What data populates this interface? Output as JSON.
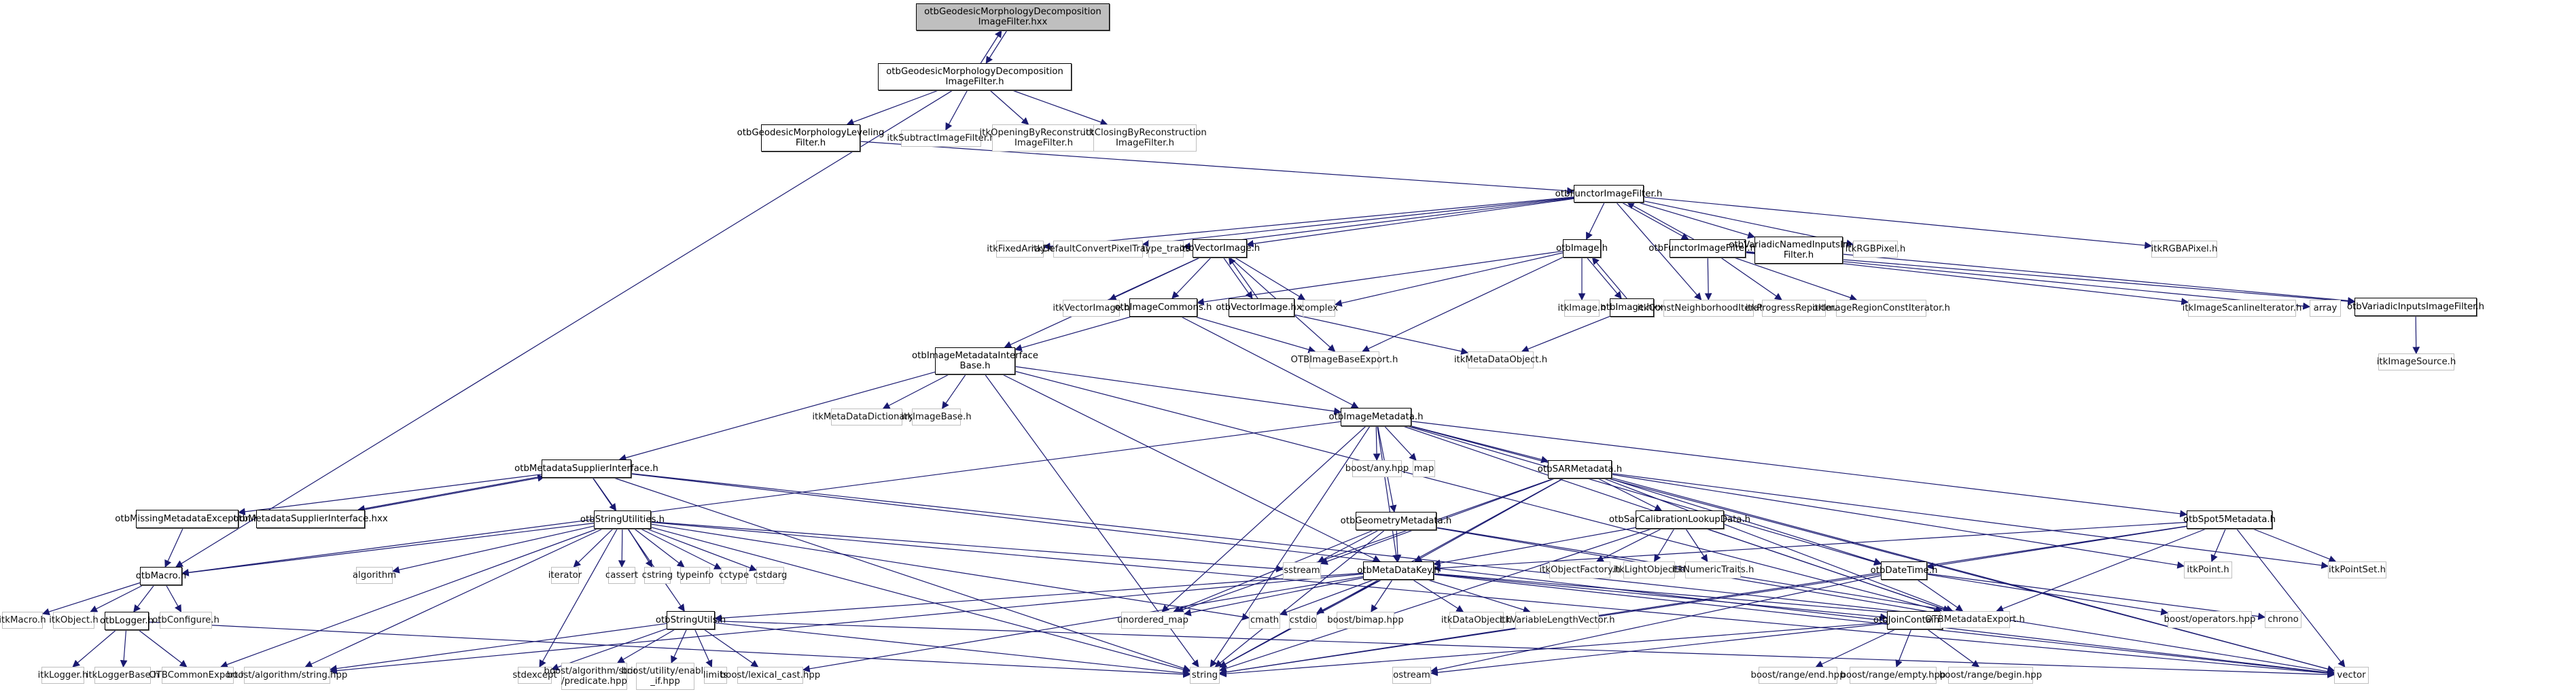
{
  "graph": {
    "title": "otbGeodesicMorphologyDecompositionImageFilter.hxx include dependency graph",
    "colors": {
      "edge": "#191970",
      "root_fill": "#bfbfbf",
      "project_border": "#000000",
      "external_border": "#bfbfbf"
    },
    "nodes": [
      {
        "id": "root",
        "label": "otbGeodesicMorphologyDecomposition\nImageFilter.hxx",
        "kind": "root"
      },
      {
        "id": "gmd_h",
        "label": "otbGeodesicMorphologyDecomposition\nImageFilter.h",
        "kind": "proj"
      },
      {
        "id": "gml_h",
        "label": "otbGeodesicMorphologyLeveling\nFilter.h",
        "kind": "proj"
      },
      {
        "id": "itkSubtract",
        "label": "itkSubtractImageFilter.h",
        "kind": "ext"
      },
      {
        "id": "itkOpening",
        "label": "itkOpeningByReconstruction\nImageFilter.h",
        "kind": "ext"
      },
      {
        "id": "itkClosing",
        "label": "itkClosingByReconstruction\nImageFilter.h",
        "kind": "ext"
      },
      {
        "id": "functor_h",
        "label": "otbFunctorImageFilter.h",
        "kind": "proj"
      },
      {
        "id": "itkFixedArray",
        "label": "itkFixedArray.h",
        "kind": "ext"
      },
      {
        "id": "itkDefaultConvert",
        "label": "itkDefaultConvertPixelTraits.h",
        "kind": "ext"
      },
      {
        "id": "type_traits",
        "label": "type_traits",
        "kind": "ext"
      },
      {
        "id": "vecimg_h",
        "label": "otbVectorImage.h",
        "kind": "proj"
      },
      {
        "id": "img_h",
        "label": "otbImage.h",
        "kind": "proj"
      },
      {
        "id": "functor_hxx",
        "label": "otbFunctorImageFilter.hxx",
        "kind": "proj"
      },
      {
        "id": "varnamed",
        "label": "otbVariadicNamedInputsImage\nFilter.h",
        "kind": "proj"
      },
      {
        "id": "itkRGBPixel",
        "label": "itkRGBPixel.h",
        "kind": "ext"
      },
      {
        "id": "itkRGBAPixel",
        "label": "itkRGBAPixel.h",
        "kind": "ext"
      },
      {
        "id": "itkVectorImage",
        "label": "itkVectorImage.h",
        "kind": "ext"
      },
      {
        "id": "imgcommons",
        "label": "otbImageCommons.h",
        "kind": "proj"
      },
      {
        "id": "vecimg_hxx",
        "label": "otbVectorImage.hxx",
        "kind": "proj"
      },
      {
        "id": "complex",
        "label": "complex",
        "kind": "ext"
      },
      {
        "id": "itkImage",
        "label": "itkImage.h",
        "kind": "ext"
      },
      {
        "id": "img_hxx",
        "label": "otbImage.hxx",
        "kind": "proj"
      },
      {
        "id": "itkConstNeigh",
        "label": "itkConstNeighborhoodIterator.h",
        "kind": "ext"
      },
      {
        "id": "itkProgress",
        "label": "itkProgressReporter.h",
        "kind": "ext"
      },
      {
        "id": "itkRegionConst",
        "label": "itkImageRegionConstIterator.h",
        "kind": "ext"
      },
      {
        "id": "itkScanline",
        "label": "itkImageScanlineIterator.h",
        "kind": "ext"
      },
      {
        "id": "array",
        "label": "array",
        "kind": "ext"
      },
      {
        "id": "varinputs",
        "label": "otbVariadicInputsImageFilter.h",
        "kind": "proj"
      },
      {
        "id": "itkImageSource",
        "label": "itkImageSource.h",
        "kind": "ext"
      },
      {
        "id": "imdib",
        "label": "otbImageMetadataInterface\nBase.h",
        "kind": "proj"
      },
      {
        "id": "OTBImageBaseExport",
        "label": "OTBImageBaseExport.h",
        "kind": "ext"
      },
      {
        "id": "itkMetaDataObject",
        "label": "itkMetaDataObject.h",
        "kind": "ext"
      },
      {
        "id": "itkMetaDataDict",
        "label": "itkMetaDataDictionary.h",
        "kind": "ext"
      },
      {
        "id": "itkImageBase",
        "label": "itkImageBase.h",
        "kind": "ext"
      },
      {
        "id": "imgmeta",
        "label": "otbImageMetadata.h",
        "kind": "proj"
      },
      {
        "id": "boost_any",
        "label": "boost/any.hpp",
        "kind": "ext"
      },
      {
        "id": "map",
        "label": "map",
        "kind": "ext"
      },
      {
        "id": "sarmeta",
        "label": "otbSARMetadata.h",
        "kind": "proj"
      },
      {
        "id": "msi_h",
        "label": "otbMetadataSupplierInterface.h",
        "kind": "proj"
      },
      {
        "id": "missingmeta",
        "label": "otbMissingMetadataException.h",
        "kind": "proj"
      },
      {
        "id": "msi_hxx",
        "label": "otbMetadataSupplierInterface.hxx",
        "kind": "proj"
      },
      {
        "id": "strutilities",
        "label": "otbStringUtilities.h",
        "kind": "proj"
      },
      {
        "id": "geommeta",
        "label": "otbGeometryMetadata.h",
        "kind": "proj"
      },
      {
        "id": "sarcal",
        "label": "otbSarCalibrationLookupData.h",
        "kind": "proj"
      },
      {
        "id": "spot5",
        "label": "otbSpot5Metadata.h",
        "kind": "proj"
      },
      {
        "id": "otbMacro",
        "label": "otbMacro.h",
        "kind": "proj"
      },
      {
        "id": "algorithm",
        "label": "algorithm",
        "kind": "ext"
      },
      {
        "id": "iterator",
        "label": "iterator",
        "kind": "ext"
      },
      {
        "id": "cassert",
        "label": "cassert",
        "kind": "ext"
      },
      {
        "id": "cstring",
        "label": "cstring",
        "kind": "ext"
      },
      {
        "id": "typeinfo",
        "label": "typeinfo",
        "kind": "ext"
      },
      {
        "id": "cctype",
        "label": "cctype",
        "kind": "ext"
      },
      {
        "id": "cstdarg",
        "label": "cstdarg",
        "kind": "ext"
      },
      {
        "id": "sstream",
        "label": "sstream",
        "kind": "ext"
      },
      {
        "id": "metadatakey",
        "label": "otbMetaDataKey.h",
        "kind": "proj"
      },
      {
        "id": "itkObjectFactory",
        "label": "itkObjectFactory.h",
        "kind": "ext"
      },
      {
        "id": "itkLightObject",
        "label": "itkLightObject.h",
        "kind": "ext"
      },
      {
        "id": "itkNumericTraits",
        "label": "itkNumericTraits.h",
        "kind": "ext"
      },
      {
        "id": "datetime",
        "label": "otbDateTime.h",
        "kind": "proj"
      },
      {
        "id": "itkPoint",
        "label": "itkPoint.h",
        "kind": "ext"
      },
      {
        "id": "itkPointSet",
        "label": "itkPointSet.h",
        "kind": "ext"
      },
      {
        "id": "itkMacro",
        "label": "itkMacro.h",
        "kind": "ext"
      },
      {
        "id": "itkObject",
        "label": "itkObject.h",
        "kind": "ext"
      },
      {
        "id": "otbLogger",
        "label": "otbLogger.h",
        "kind": "proj"
      },
      {
        "id": "otbConfigure",
        "label": "otbConfigure.h",
        "kind": "ext"
      },
      {
        "id": "unordered_map",
        "label": "unordered_map",
        "kind": "ext"
      },
      {
        "id": "cmath",
        "label": "cmath",
        "kind": "ext"
      },
      {
        "id": "cstdio",
        "label": "cstdio",
        "kind": "ext"
      },
      {
        "id": "boost_bimap",
        "label": "boost/bimap.hpp",
        "kind": "ext"
      },
      {
        "id": "itkDataObject",
        "label": "itkDataObject.h",
        "kind": "ext"
      },
      {
        "id": "itkVarLenVec",
        "label": "itkVariableLengthVector.h",
        "kind": "ext"
      },
      {
        "id": "strutils",
        "label": "otbStringUtils.h",
        "kind": "proj"
      },
      {
        "id": "joincontainer",
        "label": "otbJoinContainer.h",
        "kind": "proj"
      },
      {
        "id": "OTBMetadataExport",
        "label": "OTBMetadataExport.h",
        "kind": "ext"
      },
      {
        "id": "boost_operators",
        "label": "boost/operators.hpp",
        "kind": "ext"
      },
      {
        "id": "chrono",
        "label": "chrono",
        "kind": "ext"
      },
      {
        "id": "itkLogger",
        "label": "itkLogger.h",
        "kind": "ext"
      },
      {
        "id": "itkLoggerBase",
        "label": "itkLoggerBase.h",
        "kind": "ext"
      },
      {
        "id": "OTBCommonExport",
        "label": "OTBCommonExport.h",
        "kind": "ext"
      },
      {
        "id": "boost_alg_string",
        "label": "boost/algorithm/string.hpp",
        "kind": "ext"
      },
      {
        "id": "stdexcept",
        "label": "stdexcept",
        "kind": "ext"
      },
      {
        "id": "boost_predicate",
        "label": "boost/algorithm/string\n/predicate.hpp",
        "kind": "ext"
      },
      {
        "id": "boost_enable_if",
        "label": "boost/utility/enable\n_if.hpp",
        "kind": "ext"
      },
      {
        "id": "limits",
        "label": "limits",
        "kind": "ext"
      },
      {
        "id": "boost_lexical",
        "label": "boost/lexical_cast.hpp",
        "kind": "ext"
      },
      {
        "id": "string",
        "label": "string",
        "kind": "ext"
      },
      {
        "id": "ostream",
        "label": "ostream",
        "kind": "ext"
      },
      {
        "id": "boost_range_end",
        "label": "boost/range/end.hpp",
        "kind": "ext"
      },
      {
        "id": "boost_range_empty",
        "label": "boost/range/empty.hpp",
        "kind": "ext"
      },
      {
        "id": "boost_range_begin",
        "label": "boost/range/begin.hpp",
        "kind": "ext"
      },
      {
        "id": "vector",
        "label": "vector",
        "kind": "ext"
      }
    ],
    "edges": [
      [
        "root",
        "gmd_h"
      ],
      [
        "gmd_h",
        "root"
      ],
      [
        "gmd_h",
        "gml_h"
      ],
      [
        "gmd_h",
        "itkSubtract"
      ],
      [
        "gmd_h",
        "itkOpening"
      ],
      [
        "gmd_h",
        "itkClosing"
      ],
      [
        "gmd_h",
        "otbMacro"
      ],
      [
        "gml_h",
        "functor_h"
      ],
      [
        "functor_h",
        "itkFixedArray"
      ],
      [
        "functor_h",
        "itkDefaultConvert"
      ],
      [
        "functor_h",
        "type_traits"
      ],
      [
        "functor_h",
        "vecimg_h"
      ],
      [
        "functor_h",
        "img_h"
      ],
      [
        "functor_h",
        "functor_hxx"
      ],
      [
        "functor_hxx",
        "functor_h"
      ],
      [
        "functor_h",
        "varnamed"
      ],
      [
        "functor_h",
        "itkRGBPixel"
      ],
      [
        "functor_h",
        "itkRGBAPixel"
      ],
      [
        "functor_h",
        "itkConstNeigh"
      ],
      [
        "vecimg_h",
        "itkVectorImage"
      ],
      [
        "vecimg_h",
        "imgcommons"
      ],
      [
        "vecimg_h",
        "vecimg_hxx"
      ],
      [
        "vecimg_hxx",
        "vecimg_h"
      ],
      [
        "vecimg_h",
        "complex"
      ],
      [
        "vecimg_h",
        "OTBImageBaseExport"
      ],
      [
        "vecimg_h",
        "imdib"
      ],
      [
        "img_h",
        "imgcommons"
      ],
      [
        "img_h",
        "complex"
      ],
      [
        "img_h",
        "itkImage"
      ],
      [
        "img_h",
        "img_hxx"
      ],
      [
        "img_hxx",
        "img_h"
      ],
      [
        "img_h",
        "OTBImageBaseExport"
      ],
      [
        "img_hxx",
        "itkMetaDataObject"
      ],
      [
        "vecimg_hxx",
        "itkMetaDataObject"
      ],
      [
        "functor_hxx",
        "itkConstNeigh"
      ],
      [
        "functor_hxx",
        "itkProgress"
      ],
      [
        "functor_hxx",
        "itkRegionConst"
      ],
      [
        "functor_hxx",
        "itkScanline"
      ],
      [
        "functor_hxx",
        "array"
      ],
      [
        "functor_hxx",
        "varinputs"
      ],
      [
        "varnamed",
        "varinputs"
      ],
      [
        "varinputs",
        "itkImageSource"
      ],
      [
        "imgcommons",
        "imdib"
      ],
      [
        "imgcommons",
        "OTBImageBaseExport"
      ],
      [
        "imgcommons",
        "imgmeta"
      ],
      [
        "imdib",
        "itkMetaDataDict"
      ],
      [
        "imdib",
        "itkImageBase"
      ],
      [
        "imdib",
        "imgmeta"
      ],
      [
        "imdib",
        "msi_h"
      ],
      [
        "imdib",
        "string"
      ],
      [
        "imdib",
        "metadatakey"
      ],
      [
        "imdib",
        "OTBMetadataExport"
      ],
      [
        "imgmeta",
        "boost_any"
      ],
      [
        "imgmeta",
        "map"
      ],
      [
        "imgmeta",
        "sarmeta"
      ],
      [
        "imgmeta",
        "geommeta"
      ],
      [
        "imgmeta",
        "metadatakey"
      ],
      [
        "imgmeta",
        "otbMacro"
      ],
      [
        "imgmeta",
        "unordered_map"
      ],
      [
        "imgmeta",
        "string"
      ],
      [
        "imgmeta",
        "vector"
      ],
      [
        "imgmeta",
        "datetime"
      ],
      [
        "imgmeta",
        "OTBMetadataExport"
      ],
      [
        "imgmeta",
        "spot5"
      ],
      [
        "sarmeta",
        "sarcal"
      ],
      [
        "sarmeta",
        "metadatakey"
      ],
      [
        "sarmeta",
        "itkPoint"
      ],
      [
        "sarmeta",
        "itkPointSet"
      ],
      [
        "sarmeta",
        "datetime"
      ],
      [
        "sarmeta",
        "vector"
      ],
      [
        "sarmeta",
        "string"
      ],
      [
        "sarmeta",
        "sstream"
      ],
      [
        "sarmeta",
        "unordered_map"
      ],
      [
        "sarmeta",
        "OTBMetadataExport"
      ],
      [
        "msi_h",
        "missingmeta"
      ],
      [
        "msi_h",
        "msi_hxx"
      ],
      [
        "msi_hxx",
        "msi_h"
      ],
      [
        "msi_h",
        "strutilities"
      ],
      [
        "msi_h",
        "string"
      ],
      [
        "msi_h",
        "strutils"
      ],
      [
        "msi_h",
        "vector"
      ],
      [
        "msi_h",
        "OTBMetadataExport"
      ],
      [
        "missingmeta",
        "otbMacro"
      ],
      [
        "strutilities",
        "otbMacro"
      ],
      [
        "strutilities",
        "algorithm"
      ],
      [
        "strutilities",
        "iterator"
      ],
      [
        "strutilities",
        "cassert"
      ],
      [
        "strutilities",
        "cstring"
      ],
      [
        "strutilities",
        "typeinfo"
      ],
      [
        "strutilities",
        "cctype"
      ],
      [
        "strutilities",
        "cstdarg"
      ],
      [
        "strutilities",
        "sstream"
      ],
      [
        "strutilities",
        "string"
      ],
      [
        "strutilities",
        "stdexcept"
      ],
      [
        "strutilities",
        "boost_alg_string"
      ],
      [
        "strutilities",
        "OTBCommonExport"
      ],
      [
        "strutilities",
        "cmath"
      ],
      [
        "strutilities",
        "vector"
      ],
      [
        "geommeta",
        "metadatakey"
      ],
      [
        "geommeta",
        "sstream"
      ],
      [
        "geommeta",
        "string"
      ],
      [
        "geommeta",
        "vector"
      ],
      [
        "geommeta",
        "OTBMetadataExport"
      ],
      [
        "geommeta",
        "unordered_map"
      ],
      [
        "sarcal",
        "itkObjectFactory"
      ],
      [
        "sarcal",
        "itkLightObject"
      ],
      [
        "sarcal",
        "itkNumericTraits"
      ],
      [
        "sarcal",
        "OTBMetadataExport"
      ],
      [
        "sarcal",
        "metadatakey"
      ],
      [
        "sarcal",
        "string"
      ],
      [
        "spot5",
        "itkPoint"
      ],
      [
        "spot5",
        "itkPointSet"
      ],
      [
        "spot5",
        "datetime"
      ],
      [
        "spot5",
        "vector"
      ],
      [
        "spot5",
        "OTBMetadataExport"
      ],
      [
        "spot5",
        "metadatakey"
      ],
      [
        "spot5",
        "string"
      ],
      [
        "metadatakey",
        "cstdio"
      ],
      [
        "metadatakey",
        "boost_bimap"
      ],
      [
        "metadatakey",
        "itkDataObject"
      ],
      [
        "metadatakey",
        "itkVarLenVec"
      ],
      [
        "metadatakey",
        "string"
      ],
      [
        "metadatakey",
        "unordered_map"
      ],
      [
        "metadatakey",
        "strutils"
      ],
      [
        "metadatakey",
        "joincontainer"
      ],
      [
        "metadatakey",
        "OTBMetadataExport"
      ],
      [
        "metadatakey",
        "cmath"
      ],
      [
        "metadatakey",
        "boost_lexical"
      ],
      [
        "metadatakey",
        "vector"
      ],
      [
        "metadatakey",
        "boost_alg_string"
      ],
      [
        "datetime",
        "OTBMetadataExport"
      ],
      [
        "datetime",
        "boost_operators"
      ],
      [
        "datetime",
        "chrono"
      ],
      [
        "datetime",
        "string"
      ],
      [
        "datetime",
        "ostream"
      ],
      [
        "otbMacro",
        "itkMacro"
      ],
      [
        "otbMacro",
        "itkObject"
      ],
      [
        "otbMacro",
        "otbLogger"
      ],
      [
        "otbMacro",
        "otbConfigure"
      ],
      [
        "otbLogger",
        "itkLogger"
      ],
      [
        "otbLogger",
        "itkLoggerBase"
      ],
      [
        "otbLogger",
        "OTBCommonExport"
      ],
      [
        "otbLogger",
        "string"
      ],
      [
        "strutils",
        "stdexcept"
      ],
      [
        "strutils",
        "boost_predicate"
      ],
      [
        "strutils",
        "boost_enable_if"
      ],
      [
        "strutils",
        "limits"
      ],
      [
        "strutils",
        "boost_lexical"
      ],
      [
        "strutils",
        "string"
      ],
      [
        "strutils",
        "vector"
      ],
      [
        "strutils",
        "boost_alg_string"
      ],
      [
        "joincontainer",
        "boost_range_end"
      ],
      [
        "joincontainer",
        "boost_range_empty"
      ],
      [
        "joincontainer",
        "boost_range_begin"
      ],
      [
        "joincontainer",
        "ostream"
      ],
      [
        "joincontainer",
        "string"
      ]
    ]
  }
}
